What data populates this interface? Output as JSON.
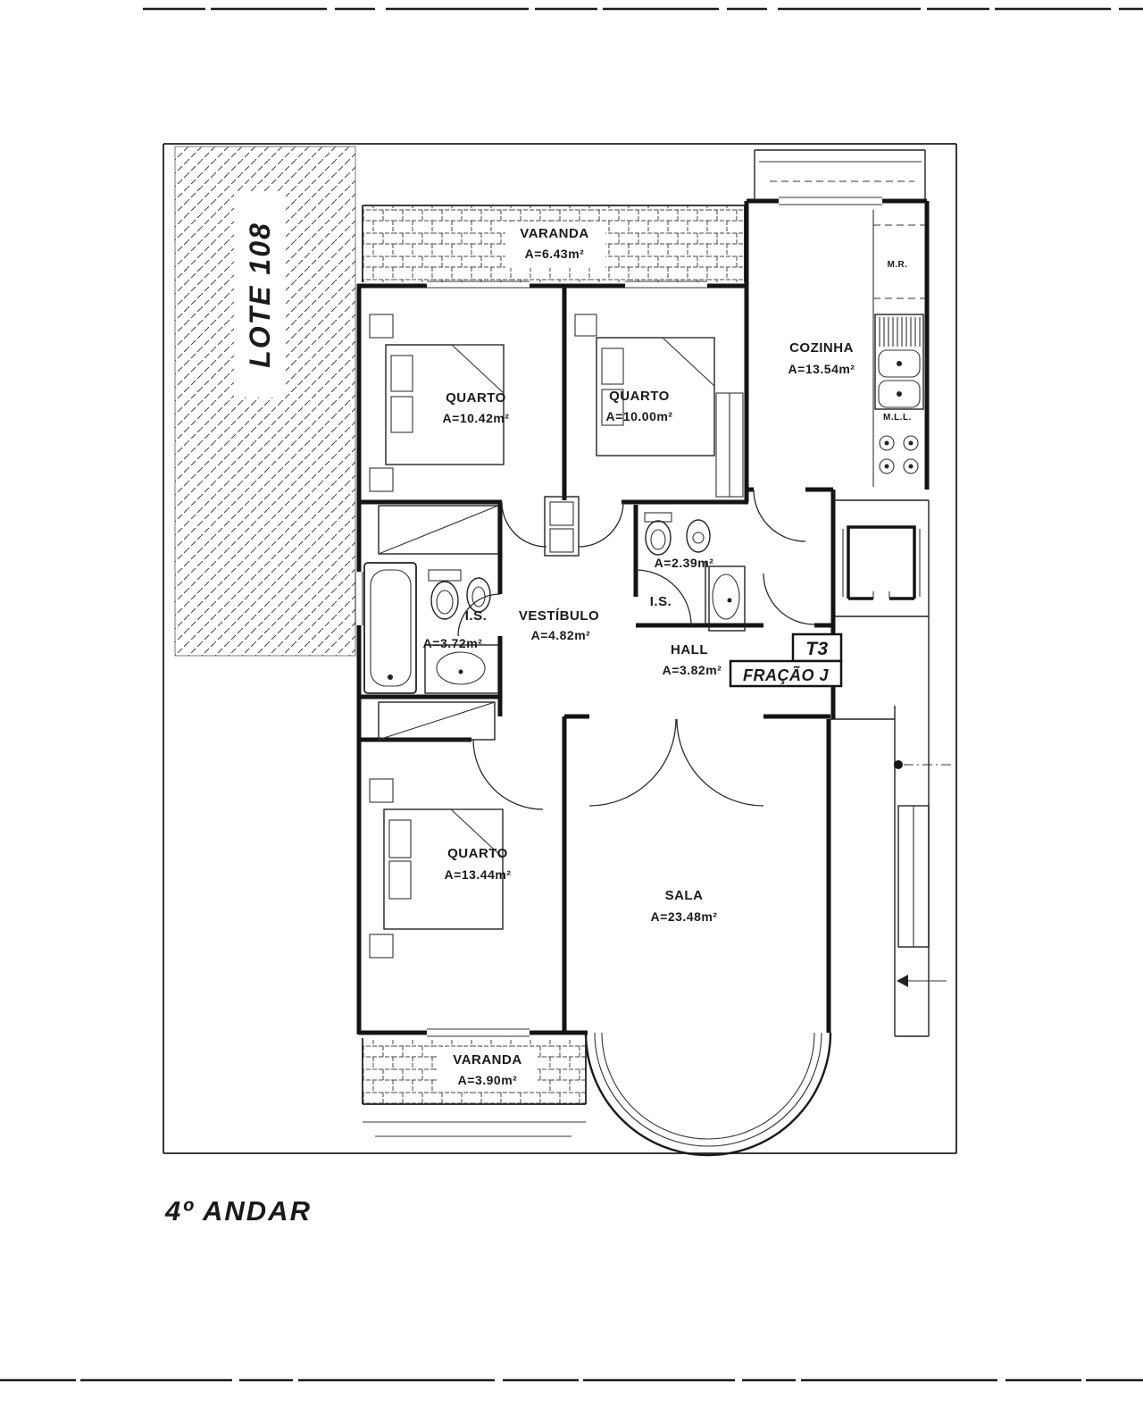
{
  "colors": {
    "ink": "#1a1a1a",
    "paper": "#ffffff"
  },
  "title": {
    "floor": "4º ANDAR"
  },
  "site": {
    "lot": "LOTE 108"
  },
  "unit": {
    "type": "T3",
    "fraction": "FRAÇÃO J"
  },
  "rooms": {
    "varanda_top": {
      "name": "VARANDA",
      "area": "A=6.43m²"
    },
    "quarto1": {
      "name": "QUARTO",
      "area": "A=10.42m²"
    },
    "quarto2": {
      "name": "QUARTO",
      "area": "A=10.00m²"
    },
    "cozinha": {
      "name": "COZINHA",
      "area": "A=13.54m²"
    },
    "is1": {
      "name": "I.S.",
      "area": "A=3.72m²"
    },
    "vestibulo": {
      "name": "VESTÍBULO",
      "area": "A=4.82m²"
    },
    "is2": {
      "name": "I.S.",
      "area": "A=2.39m²"
    },
    "hall": {
      "name": "HALL",
      "area": "A=3.82m²"
    },
    "quarto3": {
      "name": "QUARTO",
      "area": "A=13.44m²"
    },
    "sala": {
      "name": "SALA",
      "area": "A=23.48m²"
    },
    "varanda_bottom": {
      "name": "VARANDA",
      "area": "A=3.90m²"
    }
  },
  "appliances": {
    "washer": "M.R.",
    "dishwasher": "M.L.L."
  }
}
